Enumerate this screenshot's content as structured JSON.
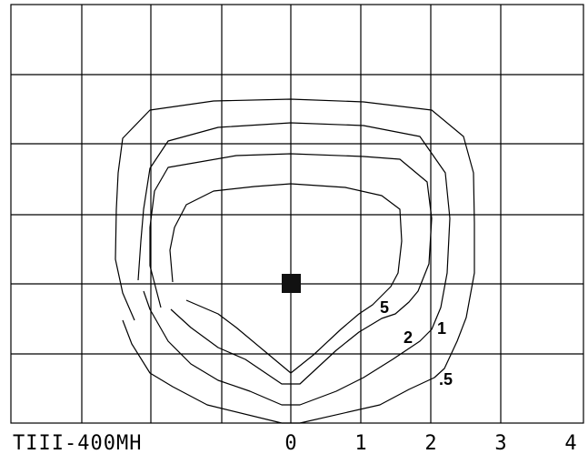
{
  "fixture": {
    "name": "TIII-400MH"
  },
  "axis": {
    "ticks": [
      "0",
      "1",
      "2",
      "3",
      "4"
    ]
  },
  "contour_labels": [
    {
      "text": "5"
    },
    {
      "text": "2"
    },
    {
      "text": "1"
    },
    {
      "text": ".5"
    }
  ]
}
